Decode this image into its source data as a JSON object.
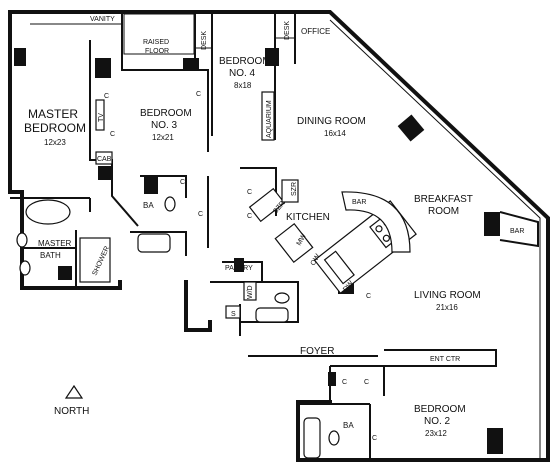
{
  "rooms": {
    "master_bedroom": {
      "name_line1": "MASTER",
      "name_line2": "BEDROOM",
      "size": "12x23"
    },
    "bedroom3": {
      "name_line1": "BEDROOM",
      "name_line2": "NO. 3",
      "size": "12x21"
    },
    "bedroom4": {
      "name_line1": "BEDROOM",
      "name_line2": "NO. 4",
      "size": "8x18"
    },
    "dining": {
      "name": "DINING ROOM",
      "size": "16x14"
    },
    "breakfast": {
      "name_line1": "BREAKFAST",
      "name_line2": "ROOM"
    },
    "kitchen": {
      "name": "KITCHEN"
    },
    "living": {
      "name": "LIVING ROOM",
      "size": "21x16"
    },
    "foyer": {
      "name": "FOYER"
    },
    "bedroom2": {
      "name_line1": "BEDROOM",
      "name_line2": "NO. 2",
      "size": "23x12"
    },
    "master_bath": {
      "name_line1": "MASTER",
      "name_line2": "BATH"
    }
  },
  "labels": {
    "vanity": "VANITY",
    "raised_floor_1": "RAISED",
    "raised_floor_2": "FLOOR",
    "desk": "DESK",
    "office": "OFFICE",
    "aquarium": "AQUARIUM",
    "tv": "TV",
    "cab": "CAB",
    "closet": "C",
    "ba": "BA",
    "shower": "SHOWER",
    "pantry": "PANTRY",
    "wd": "W/D",
    "s": "S",
    "mw": "MW",
    "ow": "OW",
    "dw": "DW",
    "szr": "SZR",
    "bar": "BAR",
    "ent_ctr": "ENT CTR"
  },
  "compass": {
    "label": "NORTH"
  }
}
